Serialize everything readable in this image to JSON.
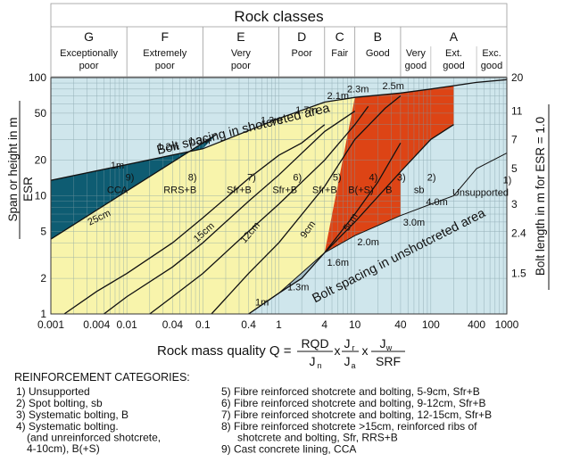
{
  "chart_data": {
    "type": "area",
    "title": "Rock classes",
    "classes": [
      {
        "letter": "G",
        "desc": [
          "Exceptionally",
          "poor"
        ]
      },
      {
        "letter": "F",
        "desc": [
          "Extremely",
          "poor"
        ]
      },
      {
        "letter": "E",
        "desc": [
          "Very",
          "poor"
        ]
      },
      {
        "letter": "D",
        "desc": [
          "Poor"
        ]
      },
      {
        "letter": "C",
        "desc": [
          "Fair"
        ]
      },
      {
        "letter": "B",
        "desc": [
          "Good"
        ]
      },
      {
        "letter": "A",
        "subs": [
          [
            "Very",
            "good"
          ],
          [
            "Ext.",
            "good"
          ],
          [
            "Exc.",
            "good"
          ]
        ]
      }
    ],
    "class_bounds_q": [
      0.001,
      0.01,
      0.1,
      1,
      4,
      10,
      40,
      100,
      400,
      1000
    ],
    "xlim": [
      0.001,
      1000
    ],
    "ylim": [
      1,
      100
    ],
    "x_scale": "log",
    "y_scale": "log",
    "x_ticks": [
      {
        "v": 0.001,
        "label": "0.001"
      },
      {
        "v": 0.004,
        "label": "0.004"
      },
      {
        "v": 0.01,
        "label": "0.01"
      },
      {
        "v": 0.04,
        "label": "0.04"
      },
      {
        "v": 0.1,
        "label": "0.1"
      },
      {
        "v": 0.4,
        "label": "0.4"
      },
      {
        "v": 1,
        "label": "1"
      },
      {
        "v": 4,
        "label": "4"
      },
      {
        "v": 10,
        "label": "10"
      },
      {
        "v": 40,
        "label": "40"
      },
      {
        "v": 100,
        "label": "100"
      },
      {
        "v": 400,
        "label": "400"
      },
      {
        "v": 1000,
        "label": "1000"
      }
    ],
    "y_ticks_left": [
      {
        "v": 1,
        "label": "1"
      },
      {
        "v": 2,
        "label": "2"
      },
      {
        "v": 5,
        "label": "5"
      },
      {
        "v": 10,
        "label": "10"
      },
      {
        "v": 20,
        "label": "20"
      },
      {
        "v": 50,
        "label": "50"
      },
      {
        "v": 100,
        "label": "100"
      }
    ],
    "y_ticks_right": [
      {
        "v": 2.2,
        "label": "1.5"
      },
      {
        "v": 4.8,
        "label": "2.4"
      },
      {
        "v": 8.5,
        "label": "3"
      },
      {
        "v": 17,
        "label": "5"
      },
      {
        "v": 30,
        "label": "7"
      },
      {
        "v": 52,
        "label": "11"
      },
      {
        "v": 100,
        "label": "20"
      }
    ],
    "ylabel": [
      "Span or height in m",
      "ESR"
    ],
    "ylabel_right": "Bolt length in m for ESR = 1.0",
    "xlabel": {
      "prefix": "Rock mass quality Q = ",
      "f1_num": "RQD",
      "f1_den": "J",
      "f1_den_sub": "n",
      "x1": " x ",
      "f2_num": "J",
      "f2_num_sub": "r",
      "f2_den": "J",
      "f2_den_sub": "a",
      "x2": " x ",
      "f3_num": "J",
      "f3_num_sub": "w",
      "f3_den": "SRF"
    },
    "upper_curve": [
      [
        0.001,
        13.5
      ],
      [
        0.1,
        25
      ],
      [
        1,
        45
      ],
      [
        4,
        62
      ],
      [
        10,
        68
      ],
      [
        40,
        74
      ],
      [
        100,
        80
      ],
      [
        400,
        91
      ],
      [
        1000,
        96
      ]
    ],
    "lower_curve": [
      [
        0.4,
        1
      ],
      [
        1,
        1.5
      ],
      [
        4,
        3.3
      ],
      [
        10,
        4.6
      ],
      [
        40,
        6.8
      ],
      [
        100,
        8.5
      ],
      [
        200,
        10
      ],
      [
        400,
        17
      ],
      [
        1000,
        23
      ]
    ],
    "divider_lines": [
      {
        "id": "9",
        "points": [
          [
            0.001,
            4.3
          ],
          [
            0.15,
            33
          ]
        ]
      },
      {
        "id": "8",
        "points": [
          [
            0.0015,
            1
          ],
          [
            0.004,
            1.55
          ],
          [
            0.01,
            2.2
          ],
          [
            0.04,
            4
          ],
          [
            0.1,
            6.5
          ],
          [
            0.4,
            14
          ],
          [
            1,
            22
          ],
          [
            2,
            28
          ],
          [
            4,
            40
          ]
        ]
      },
      {
        "id": "7",
        "points": [
          [
            0.005,
            1
          ],
          [
            0.01,
            1.4
          ],
          [
            0.04,
            2.5
          ],
          [
            0.1,
            4
          ],
          [
            0.4,
            9
          ],
          [
            1,
            15
          ],
          [
            4,
            35
          ],
          [
            10,
            52
          ]
        ]
      },
      {
        "id": "6",
        "points": [
          [
            0.02,
            1
          ],
          [
            0.04,
            1.4
          ],
          [
            0.1,
            2.2
          ],
          [
            0.4,
            5
          ],
          [
            1,
            8.5
          ],
          [
            4,
            20
          ],
          [
            10,
            40
          ],
          [
            15,
            57
          ]
        ]
      },
      {
        "id": "5",
        "points": [
          [
            0.13,
            1
          ],
          [
            0.4,
            2.2
          ],
          [
            1,
            4
          ],
          [
            4,
            12
          ],
          [
            10,
            30
          ],
          [
            25,
            55
          ],
          [
            40,
            70
          ]
        ]
      },
      {
        "id": "4",
        "points": [
          [
            0.4,
            1
          ],
          [
            1,
            1.5
          ],
          [
            2,
            2
          ],
          [
            4,
            3.3
          ],
          [
            10,
            7
          ],
          [
            20,
            13
          ],
          [
            40,
            28
          ]
        ]
      },
      {
        "id": "3",
        "points": [
          [
            4,
            3.3
          ],
          [
            10,
            6
          ],
          [
            40,
            16
          ],
          [
            100,
            30
          ],
          [
            200,
            40
          ]
        ]
      }
    ],
    "sb_boundary_q": 40,
    "region_labels": [
      {
        "id": "9)",
        "label": "CCA",
        "q": 0.0075,
        "y": 10.5
      },
      {
        "id": "8)",
        "label": "RRS+B",
        "q": 0.05,
        "y": 10.5
      },
      {
        "id": "7)",
        "label": "Sfr+B",
        "q": 0.3,
        "y": 10.5
      },
      {
        "id": "6)",
        "label": "Sfr+B",
        "q": 1.2,
        "y": 10.5
      },
      {
        "id": "5)",
        "label": "Sfr+B",
        "q": 4,
        "y": 10.5
      },
      {
        "id": "4)",
        "label": "B(+S)",
        "q": 12,
        "y": 10.5
      },
      {
        "id": "3)",
        "label": "B",
        "q": 28,
        "y": 10.5
      },
      {
        "id": "2)",
        "label": "sb",
        "q": 70,
        "y": 10.5
      },
      {
        "id": "1)",
        "label": "Unsupported",
        "q": 450,
        "y": 10
      }
    ],
    "thickness_labels": [
      {
        "label": "25cm",
        "q": 0.0045,
        "y": 6.2,
        "angle": -26
      },
      {
        "label": "15cm",
        "q": 0.11,
        "y": 4.7,
        "angle": -42
      },
      {
        "label": "12cm",
        "q": 0.45,
        "y": 4.7,
        "angle": -50
      },
      {
        "label": "9cm",
        "q": 2.6,
        "y": 5.0,
        "angle": -54
      },
      {
        "label": "5cm",
        "q": 9.5,
        "y": 5.8,
        "angle": -58
      }
    ],
    "spacing_labels_upper": [
      {
        "label": "1m",
        "q": 0.0075,
        "y": 17
      },
      {
        "label": "1.2m",
        "q": 0.035,
        "y": 24.5
      },
      {
        "label": "1.3m",
        "q": 0.09,
        "y": 27.5
      },
      {
        "label": "1.3m",
        "q": 0.8,
        "y": 41
      },
      {
        "label": "1.7m",
        "q": 2.3,
        "y": 50
      },
      {
        "label": "2.1m",
        "q": 6,
        "y": 66
      },
      {
        "label": "2.3m",
        "q": 11,
        "y": 75
      },
      {
        "label": "2.5m",
        "q": 32,
        "y": 80
      }
    ],
    "spacing_labels_lower": [
      {
        "label": "1m",
        "q": 0.6,
        "y": 1.18
      },
      {
        "label": "1.3m",
        "q": 1.8,
        "y": 1.58
      },
      {
        "label": "1.6m",
        "q": 6,
        "y": 2.55
      },
      {
        "label": "2.0m",
        "q": 15,
        "y": 3.8
      },
      {
        "label": "3.0m",
        "q": 60,
        "y": 5.6
      },
      {
        "label": "4.0m",
        "q": 120,
        "y": 8.3
      }
    ],
    "bolt_spacing_shotcreted": "Bolt spacing in shotcreted area",
    "bolt_spacing_unshotcreted": "Bolt spacing in unshotcreted area",
    "colors": {
      "background": "#cfe6ec",
      "cca": "#0e5c72",
      "shotcrete": "#f8f4ab",
      "bolting": "#a9c2cb",
      "spot": "#dd4415",
      "header": "#ffffff",
      "line": "#111111",
      "grid": "#7c9aa3"
    }
  },
  "legend": {
    "title": "REINFORCEMENT CATEGORIES:",
    "left": [
      [
        "1) Unsupported"
      ],
      [
        "2) Spot bolting, sb"
      ],
      [
        "3) Systematic bolting, B"
      ],
      [
        "4) Systematic bolting.",
        "(and unreinforced shotcrete,",
        "4-10cm), B(+S)"
      ]
    ],
    "right": [
      [
        "5) Fibre reinforced shotcrete and bolting, 5-9cm, Sfr+B"
      ],
      [
        "6) Fibre reinforced shotcrete and bolting, 9-12cm, Sfr+B"
      ],
      [
        "7) Fibre reinforced shotcrete and bolting, 12-15cm, Sfr+B"
      ],
      [
        "8) Fibre reinforced shotcrete >15cm, reinforced ribs of",
        "shotcrete and bolting, Sfr, RRS+B"
      ],
      [
        "9) Cast concrete lining, CCA"
      ]
    ]
  }
}
